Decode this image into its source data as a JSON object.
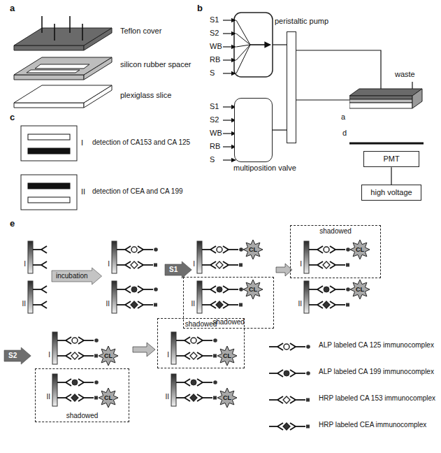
{
  "diagram": {
    "nodes": [
      {
        "text": [
          "peristaltic pump"
        ]
      },
      {
        "text": [
          "multiposition valve"
        ]
      },
      {
        "text": [
          "a"
        ]
      },
      {
        "text": [
          "PMT"
        ]
      },
      {
        "text": [
          "high voltage"
        ]
      },
      {
        "text": [
          "incubation"
        ]
      },
      {
        "text": [
          "S1"
        ]
      },
      {
        "text": [
          "shadowed"
        ]
      },
      {
        "text": [
          "shadowed"
        ]
      },
      {
        "text": [
          "S2"
        ]
      },
      {
        "text": [
          "shadowed"
        ]
      },
      {
        "text": [
          "shadowed"
        ]
      }
    ],
    "edges": [
      {
        "from": 1,
        "to": 0,
        "arrow": "none"
      },
      {
        "from": 0,
        "to": 2,
        "arrow": "none"
      },
      {
        "from": 3,
        "to": 4,
        "arrow": "none"
      }
    ],
    "labels": [
      "a",
      "Teflon cover",
      "silicon rubber spacer",
      "plexiglass slice",
      "b",
      "S1",
      "S2",
      "WB",
      "RB",
      "S",
      "S1",
      "S2",
      "WB",
      "RB",
      "S",
      "waste",
      "d",
      "c",
      "I",
      "detection of CA153 and CA 125",
      "II",
      "detection of CEA and CA 199",
      "e",
      "I",
      "II",
      "I",
      "II",
      "I",
      "CL",
      "II",
      "CL",
      "I",
      "CL",
      "II",
      "CL",
      "I",
      "CL",
      "II",
      "CL",
      "I",
      "CL",
      "II",
      "CL"
    ],
    "legend": [
      {
        "text": "ALP labeled CA 125 immunocomplex"
      },
      {
        "text": "ALP labeled CA 199 immunocomplex"
      },
      {
        "text": "HRP labeled CA 153 immunocomplex"
      },
      {
        "text": "HRP labeled CEA immunocomplex"
      }
    ]
  }
}
